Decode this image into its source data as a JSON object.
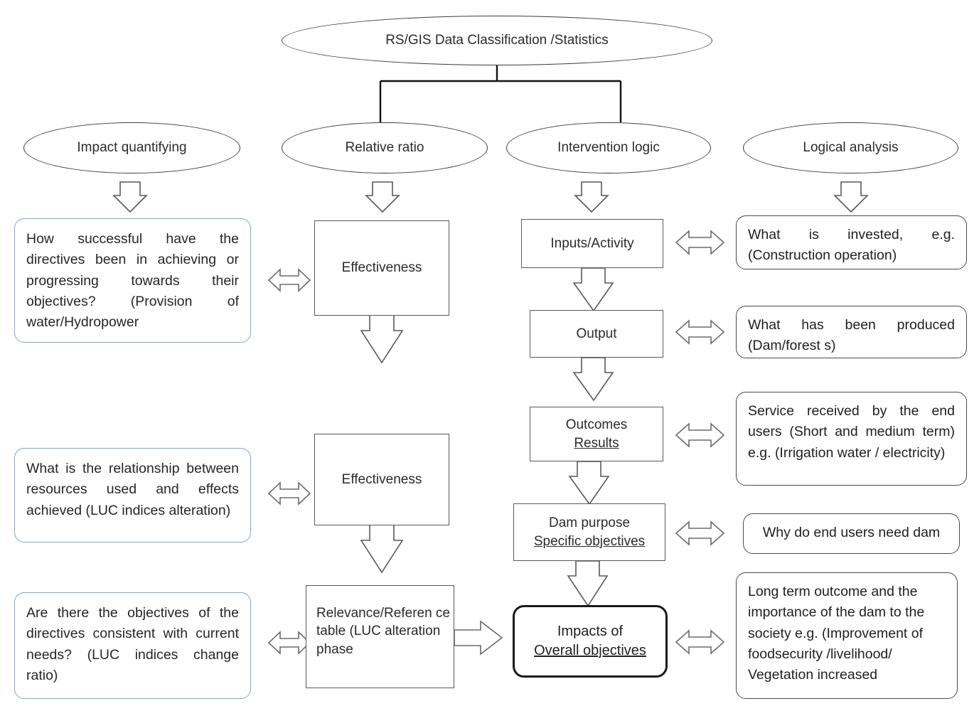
{
  "diagram": {
    "title_node": {
      "label": "RS/GIS Data Classification /Statistics"
    },
    "methods": [
      {
        "label": "Impact quantifying"
      },
      {
        "label": "Relative ratio"
      },
      {
        "label": "Intervention logic"
      },
      {
        "label": "Logical analysis"
      }
    ],
    "questions": [
      {
        "label": "How successful have the directives been in achieving  or progressing towards their objectives? (Provision of water/Hydropower"
      },
      {
        "label": "What is the relationship between resources used and effects achieved (LUC indices alteration)"
      },
      {
        "label": "Are there the objectives of the directives consistent with current needs? (LUC indices change ratio)"
      }
    ],
    "criteria": [
      {
        "label": "Effectiveness"
      },
      {
        "label": "Effectiveness"
      },
      {
        "label": "Relevance/Referen ce table (LUC alteration phase"
      }
    ],
    "logic_chain": [
      {
        "line1": "Inputs/Activity",
        "line2": ""
      },
      {
        "line1": "Output",
        "line2": ""
      },
      {
        "line1": "Outcomes",
        "line2": "Results"
      },
      {
        "line1": "Dam purpose",
        "line2": "Specific objectives"
      },
      {
        "line1": "Impacts of",
        "line2": "Overall objectives"
      }
    ],
    "descriptions": [
      {
        "label": "What is invested, e.g. (Construction operation)"
      },
      {
        "label": "What has been produced (Dam/forest s)"
      },
      {
        "label": "Service received by the end users (Short and medium term) e.g. (Irrigation water / electricity)"
      },
      {
        "label": "Why do end users need dam"
      },
      {
        "label": "Long term outcome  and the importance of the dam to  the society e.g. (Improvement of foodsecurity /livelihood/ Vegetation increased"
      }
    ],
    "colors": {
      "question_border": "#7ba7d7",
      "box_border": "#58595b",
      "emphasis_border": "#1a1a1a",
      "text": "#231f20",
      "background": "#ffffff"
    },
    "icons": {
      "down_arrow": "down-block-arrow",
      "bidirectional": "left-right-block-arrow",
      "right_arrow": "right-block-arrow"
    }
  }
}
